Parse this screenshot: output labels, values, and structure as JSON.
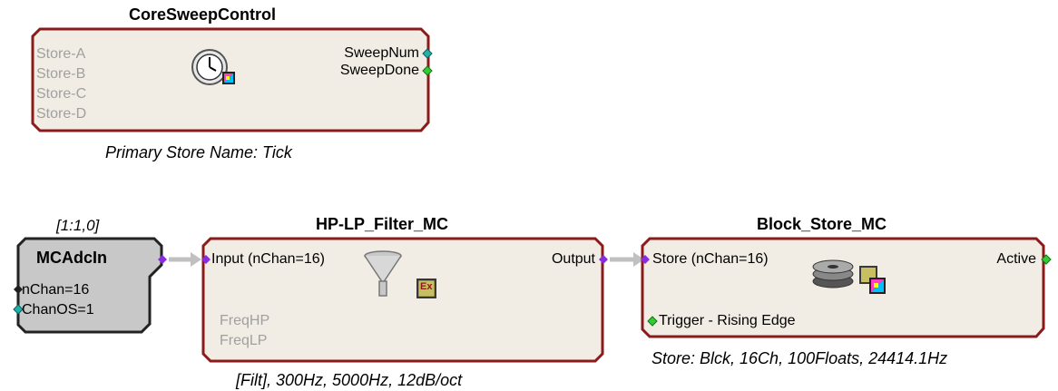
{
  "core_sweep_control": {
    "title": "CoreSweepControl",
    "inputs": [
      "Store-A",
      "Store-B",
      "Store-C",
      "Store-D"
    ],
    "outputs": [
      "SweepNum",
      "SweepDone"
    ],
    "caption": "Primary Store Name:  Tick"
  },
  "mcadcin": {
    "address": "[1:1,0]",
    "title": "MCAdcIn",
    "params": [
      "nChan=16",
      "ChanOS=1"
    ]
  },
  "filter": {
    "title": "HP-LP_Filter_MC",
    "input": "Input  (nChan=16)",
    "output": "Output",
    "params": [
      "FreqHP",
      "FreqLP"
    ],
    "caption": "[Filt], 300Hz,   5000Hz,   12dB/oct",
    "badge": "Ex"
  },
  "block_store": {
    "title": "Block_Store_MC",
    "input": "Store  (nChan=16)",
    "output": "Active",
    "trigger": "Trigger - Rising Edge",
    "caption": "Store: Blck, 16Ch, 100Floats, 24414.1Hz"
  },
  "colors": {
    "block_fill": "#f2ede4",
    "block_border": "#8b1a1a",
    "gizmo_fill": "#c8c8c8",
    "wire": "#c0c0c0",
    "port_purple": "#8a2be2",
    "port_teal": "#20b2aa",
    "port_green": "#32cd32",
    "port_dark": "#202020"
  }
}
